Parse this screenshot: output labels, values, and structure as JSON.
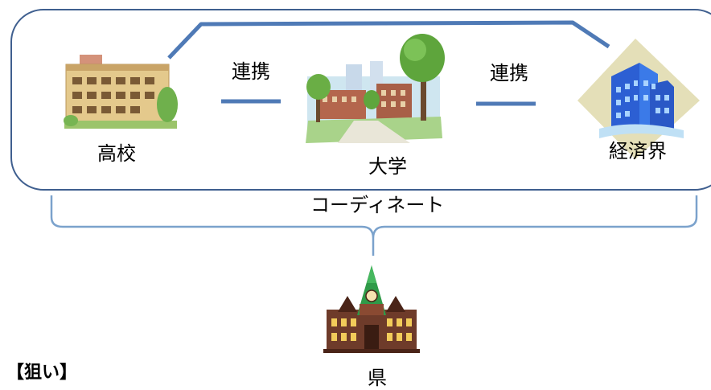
{
  "nodes": {
    "high_school": "高校",
    "university": "大学",
    "business": "経済界",
    "prefecture": "県"
  },
  "links": {
    "left": "連携",
    "right": "連携"
  },
  "coordinate_label": "コーディネート",
  "aim_heading": "【狙い】",
  "colors": {
    "line_blue": "#4f7ab6",
    "frame_blue": "#3f5f8f"
  }
}
